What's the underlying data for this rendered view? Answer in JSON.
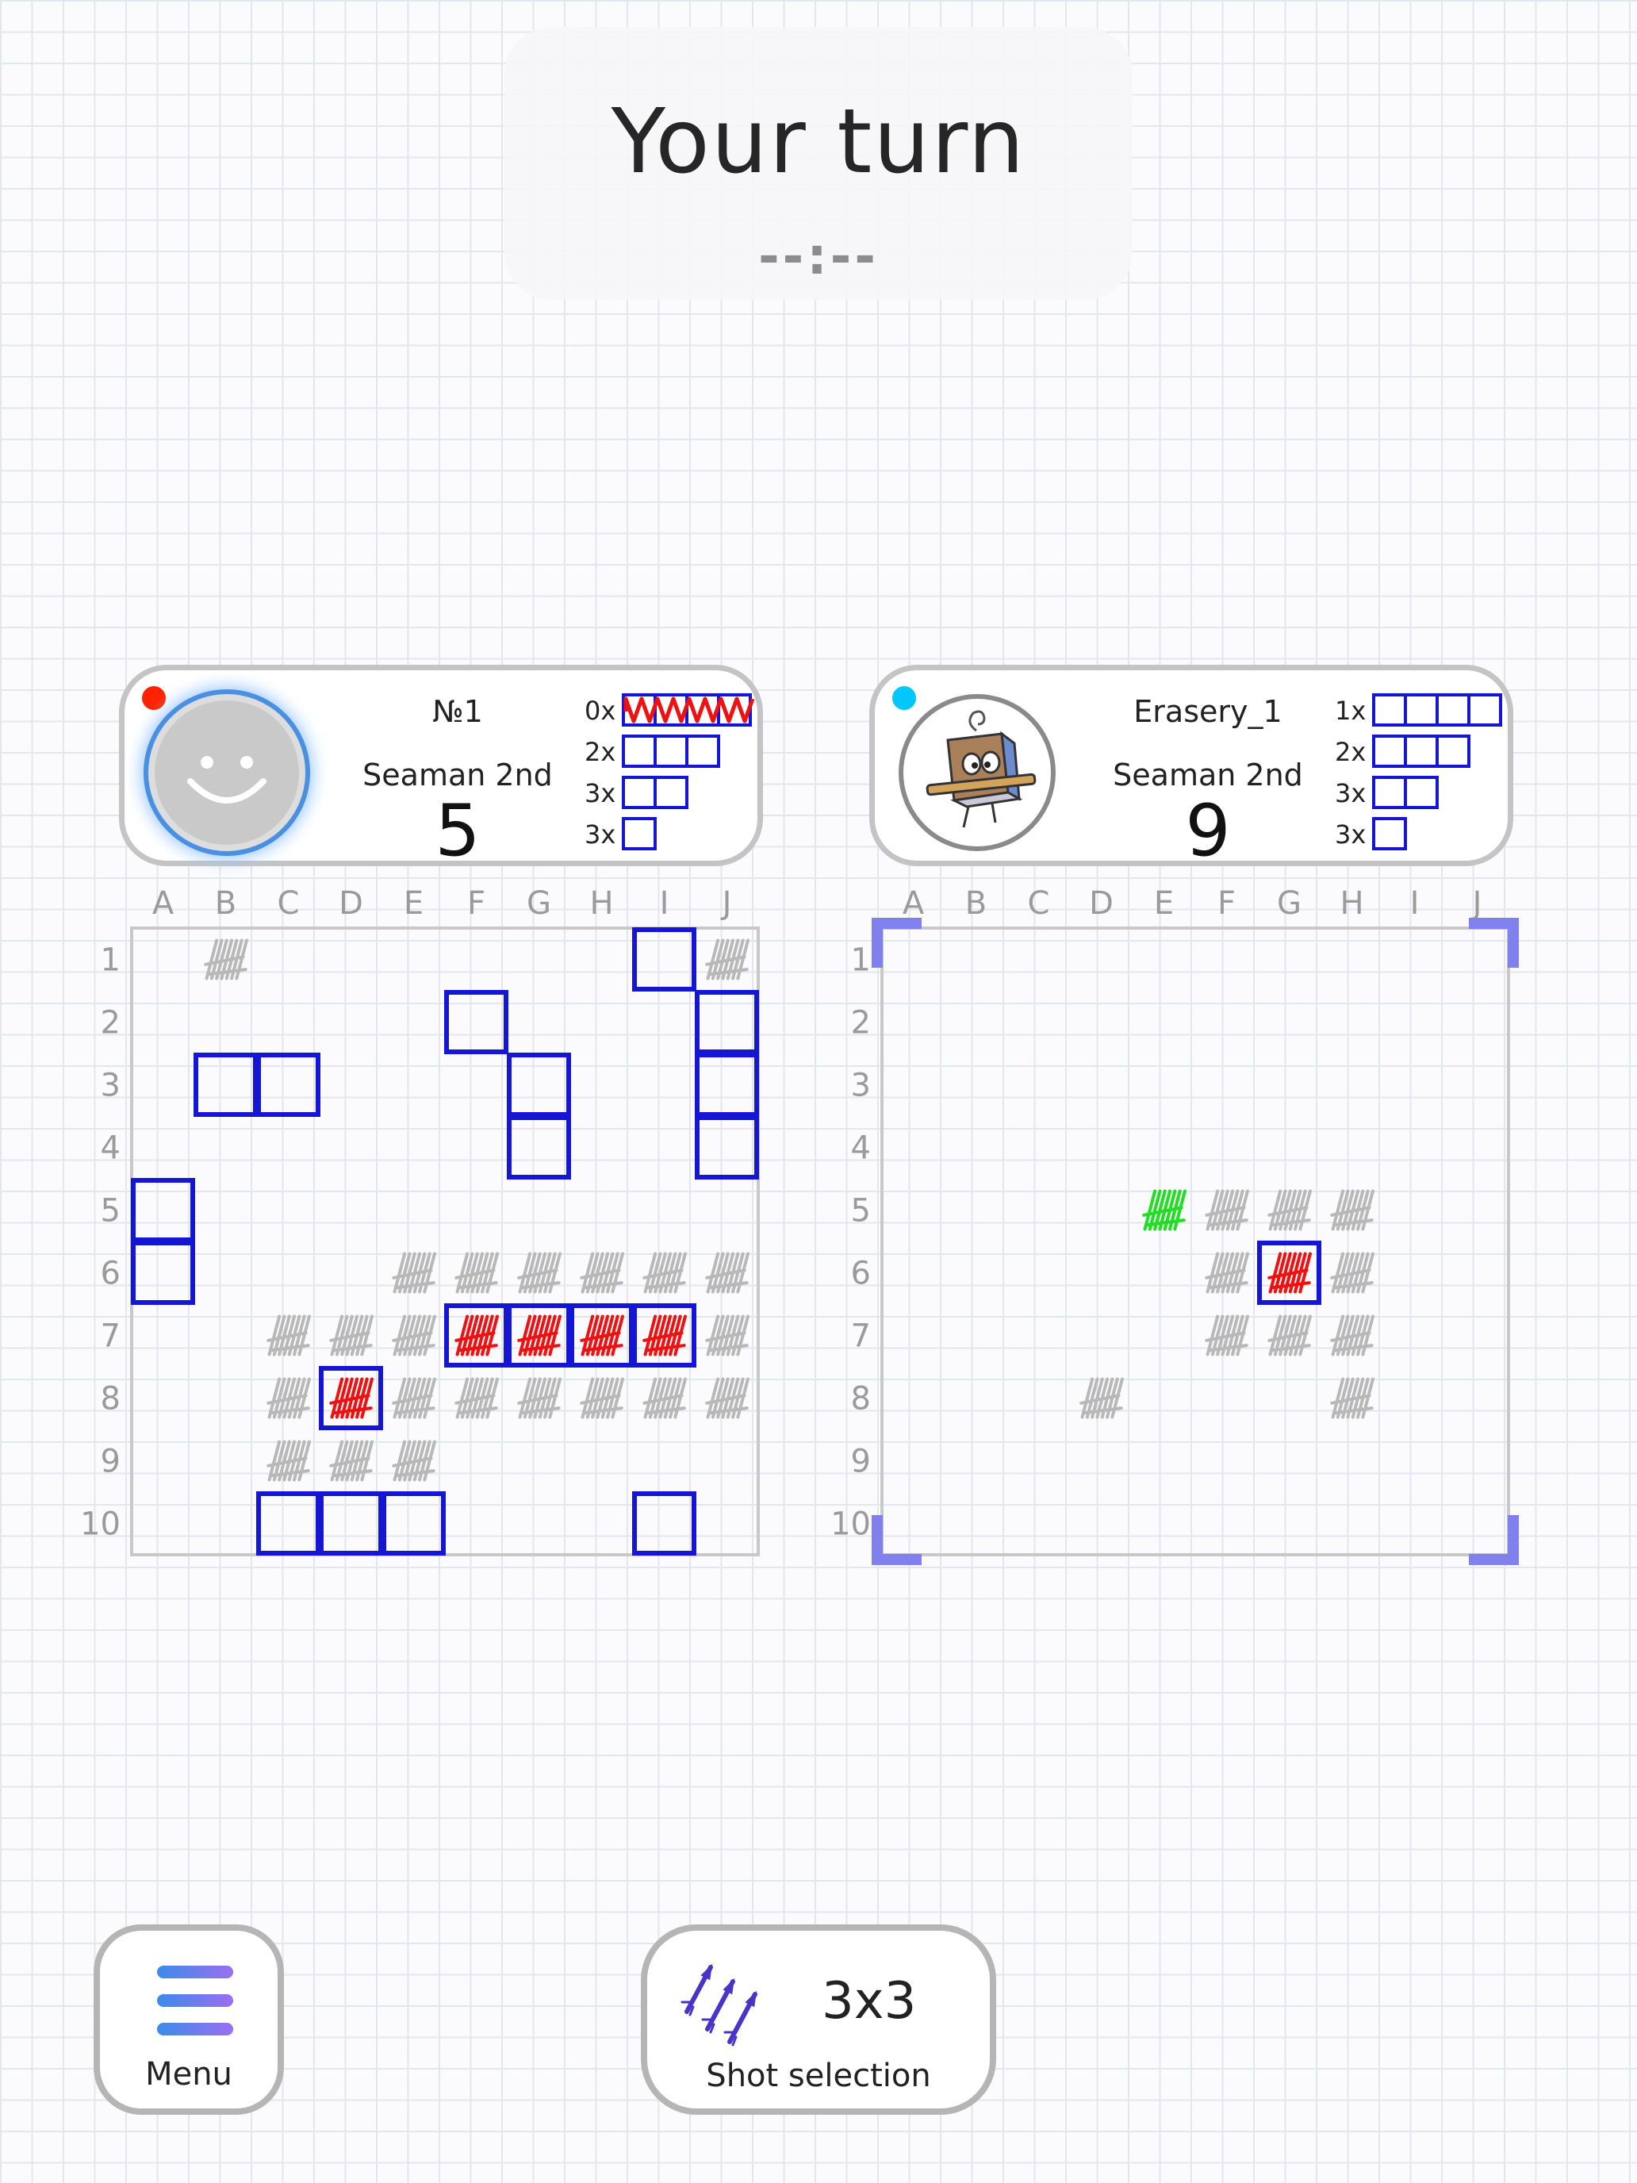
{
  "header": {
    "title": "Your turn",
    "timer": "--:--"
  },
  "column_labels": [
    "A",
    "B",
    "C",
    "D",
    "E",
    "F",
    "G",
    "H",
    "I",
    "J"
  ],
  "row_labels": [
    "1",
    "2",
    "3",
    "4",
    "5",
    "6",
    "7",
    "8",
    "9",
    "10"
  ],
  "colors": {
    "ship": "#1515d6",
    "hit": "#ee1111",
    "miss": "#b8b8b8",
    "last_shot": "#22dd22",
    "target": "#8080ee",
    "grid_line": "#c8c8c8"
  },
  "players": [
    {
      "name": "№1",
      "rank": "Seaman 2nd",
      "score": "5",
      "status_color": "#ff2200",
      "avatar": "smiley-avatar",
      "active": true,
      "fleet": [
        {
          "count": "0x",
          "size": 4,
          "sunk": true
        },
        {
          "count": "2x",
          "size": 3,
          "sunk": false
        },
        {
          "count": "3x",
          "size": 2,
          "sunk": false
        },
        {
          "count": "3x",
          "size": 1,
          "sunk": false
        }
      ]
    },
    {
      "name": "Erasery_1",
      "rank": "Seaman 2nd",
      "score": "9",
      "status_color": "#00c8ff",
      "avatar": "eraser-character-avatar",
      "active": false,
      "fleet": [
        {
          "count": "1x",
          "size": 4,
          "sunk": false
        },
        {
          "count": "2x",
          "size": 3,
          "sunk": false
        },
        {
          "count": "3x",
          "size": 2,
          "sunk": false
        },
        {
          "count": "3x",
          "size": 1,
          "sunk": false
        }
      ]
    }
  ],
  "boards": [
    {
      "id": "own-board",
      "ships": [
        [
          1,
          8
        ],
        [
          2,
          5
        ],
        [
          2,
          9
        ],
        [
          3,
          9
        ],
        [
          4,
          9
        ],
        [
          3,
          1
        ],
        [
          3,
          2
        ],
        [
          3,
          6
        ],
        [
          4,
          6
        ],
        [
          5,
          0
        ],
        [
          6,
          0
        ],
        [
          7,
          5
        ],
        [
          7,
          6
        ],
        [
          7,
          7
        ],
        [
          7,
          8
        ],
        [
          8,
          3
        ],
        [
          10,
          2
        ],
        [
          10,
          3
        ],
        [
          10,
          4
        ],
        [
          10,
          8
        ]
      ],
      "hits": [
        [
          7,
          5
        ],
        [
          7,
          6
        ],
        [
          7,
          7
        ],
        [
          7,
          8
        ],
        [
          8,
          3
        ]
      ],
      "misses": [
        [
          1,
          1
        ],
        [
          1,
          9
        ],
        [
          6,
          4
        ],
        [
          6,
          5
        ],
        [
          6,
          6
        ],
        [
          6,
          7
        ],
        [
          6,
          8
        ],
        [
          6,
          9
        ],
        [
          7,
          2
        ],
        [
          7,
          3
        ],
        [
          7,
          4
        ],
        [
          7,
          9
        ],
        [
          8,
          2
        ],
        [
          8,
          4
        ],
        [
          8,
          5
        ],
        [
          8,
          6
        ],
        [
          8,
          7
        ],
        [
          8,
          8
        ],
        [
          8,
          9
        ],
        [
          9,
          2
        ],
        [
          9,
          3
        ],
        [
          9,
          4
        ]
      ],
      "last_shot": [],
      "target_frame": false
    },
    {
      "id": "enemy-board",
      "ships": [
        [
          6,
          6
        ]
      ],
      "hits": [
        [
          6,
          6
        ]
      ],
      "misses": [
        [
          5,
          5
        ],
        [
          5,
          6
        ],
        [
          5,
          7
        ],
        [
          6,
          5
        ],
        [
          6,
          7
        ],
        [
          7,
          5
        ],
        [
          7,
          6
        ],
        [
          7,
          7
        ],
        [
          8,
          3
        ],
        [
          8,
          7
        ]
      ],
      "last_shot": [
        [
          5,
          4
        ]
      ],
      "target_frame": true
    }
  ],
  "controls": {
    "menu_label": "Menu",
    "shot_size": "3x3",
    "shot_label": "Shot selection",
    "shot_icon": "missiles-icon"
  }
}
